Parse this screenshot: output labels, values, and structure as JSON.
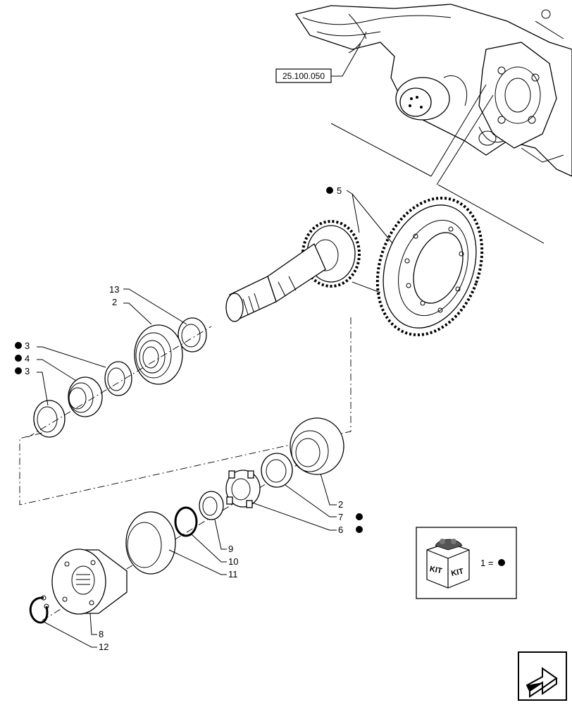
{
  "reference_box": {
    "label": "25.100.050"
  },
  "callouts": [
    {
      "id": "c5",
      "number": "5",
      "kit": true
    },
    {
      "id": "c13",
      "number": "13",
      "kit": false
    },
    {
      "id": "c2a",
      "number": "2",
      "kit": false
    },
    {
      "id": "c3a",
      "number": "3",
      "kit": true
    },
    {
      "id": "c4",
      "number": "4",
      "kit": true
    },
    {
      "id": "c3b",
      "number": "3",
      "kit": true
    },
    {
      "id": "c2b",
      "number": "2",
      "kit": false
    },
    {
      "id": "c7",
      "number": "7",
      "kit": true
    },
    {
      "id": "c6",
      "number": "6",
      "kit": true
    },
    {
      "id": "c9",
      "number": "9",
      "kit": false
    },
    {
      "id": "c10",
      "number": "10",
      "kit": false
    },
    {
      "id": "c11",
      "number": "11",
      "kit": false
    },
    {
      "id": "c8",
      "number": "8",
      "kit": false
    },
    {
      "id": "c12",
      "number": "12",
      "kit": false
    }
  ],
  "kit_legend": {
    "word_left": "KIT",
    "word_right": "KIT",
    "equation": "1 ="
  },
  "nav_icon": "next-page-arrow-icon"
}
